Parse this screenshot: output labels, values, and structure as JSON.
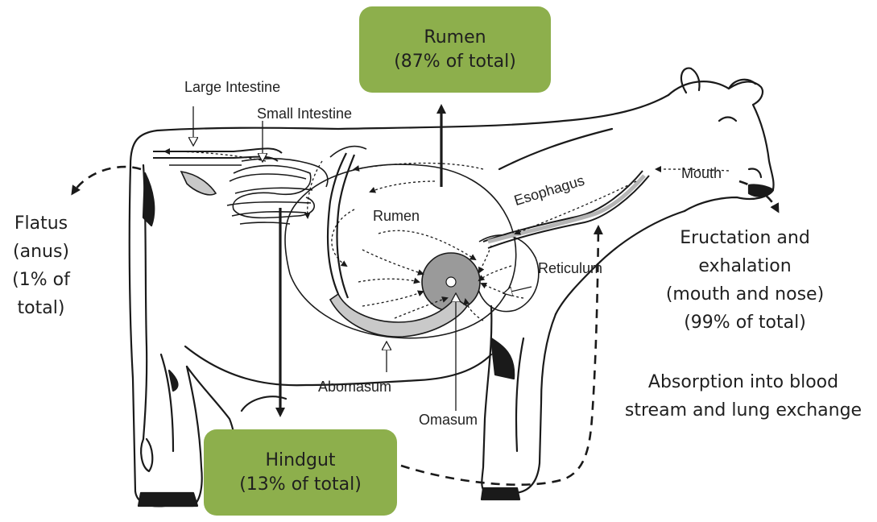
{
  "boxes": {
    "rumen": {
      "line1": "Rumen",
      "line2": "(87% of total)"
    },
    "hindgut": {
      "line1": "Hindgut",
      "line2": "(13% of total)"
    }
  },
  "callouts": {
    "flatus": [
      "Flatus",
      "(anus)",
      "(1% of",
      "total)"
    ],
    "eructation": [
      "Eructation and",
      "exhalation",
      "(mouth and nose)",
      "(99% of total)"
    ],
    "absorption": [
      "Absorption into blood",
      "stream and lung exchange"
    ]
  },
  "anatomy_labels": {
    "large_intestine": "Large Intestine",
    "small_intestine": "Small Intestine",
    "rumen": "Rumen",
    "esophagus": "Esophagus",
    "mouth": "Mouth",
    "reticulum": "Reticulum",
    "abomasum": "Abomasum",
    "omasum": "Omasum"
  },
  "colors": {
    "box_green": "#8daf4c",
    "stomach_gray": "#9a9a9a",
    "line": "#1a1a1a"
  }
}
